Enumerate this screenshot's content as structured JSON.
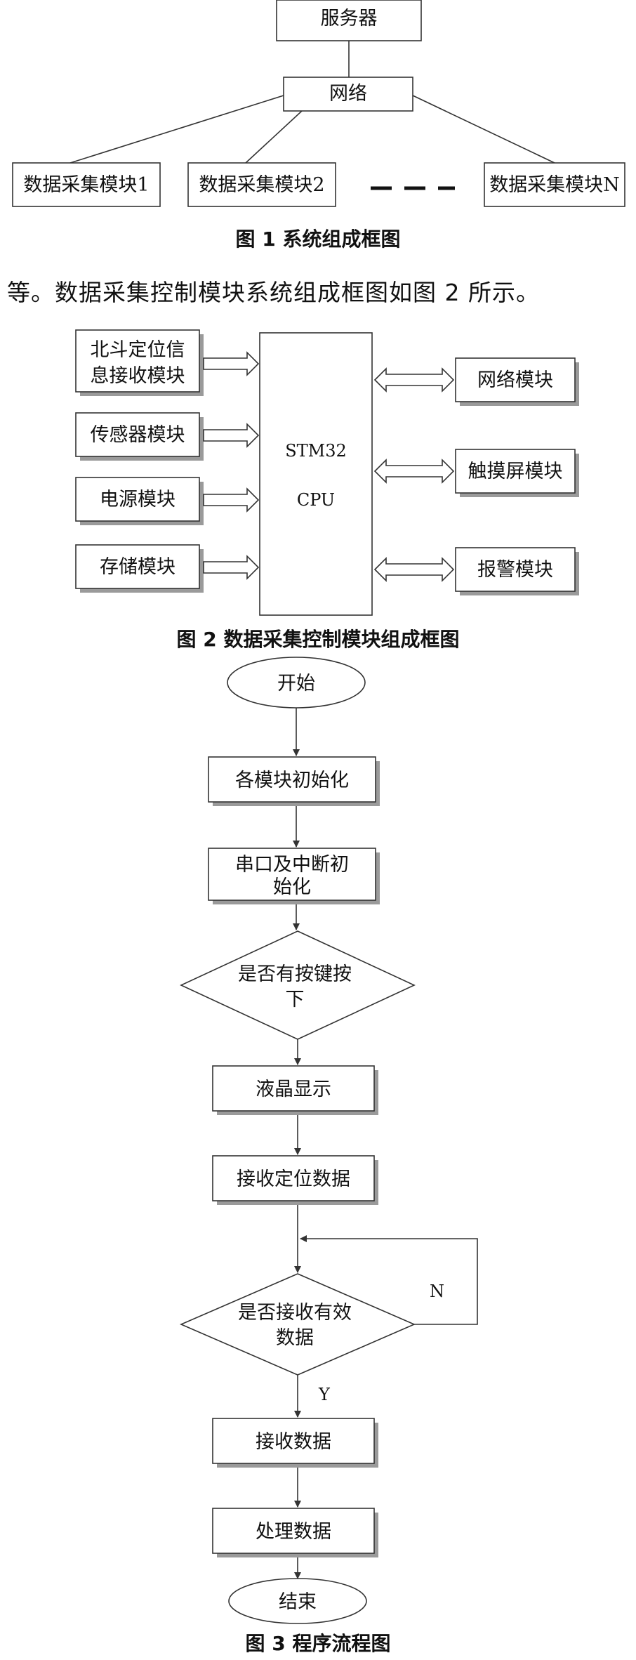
{
  "figure1": {
    "server": "服务器",
    "network": "网络",
    "modules": [
      "数据采集模块1",
      "数据采集模块2",
      "数据采集模块N"
    ],
    "caption": "图 1   系统组成框图"
  },
  "paragraph": "等。数据采集控制模块系统组成框图如图 2 所示。",
  "figure2": {
    "left_modules": [
      "北斗定位信",
      "息接收模块",
      "传感器模块",
      "电源模块",
      "存储模块"
    ],
    "cpu_lines": [
      "STM32",
      "CPU"
    ],
    "right_modules": [
      "网络模块",
      "触摸屏模块",
      "报警模块"
    ],
    "caption": "图 2   数据采集控制模块组成框图"
  },
  "figure3": {
    "start": "开始",
    "init": "各模块初始化",
    "serial": [
      "串口及中断初",
      "始化"
    ],
    "key_check": [
      "是否有按键按",
      "下"
    ],
    "lcd": "液晶显示",
    "recv_pos": "接收定位数据",
    "valid_check": [
      "是否接收有效",
      "数据"
    ],
    "label_n": "N",
    "label_y": "Y",
    "recv_data": "接收数据",
    "process": "处理数据",
    "end": "结束",
    "caption": "图 3   程序流程图"
  }
}
